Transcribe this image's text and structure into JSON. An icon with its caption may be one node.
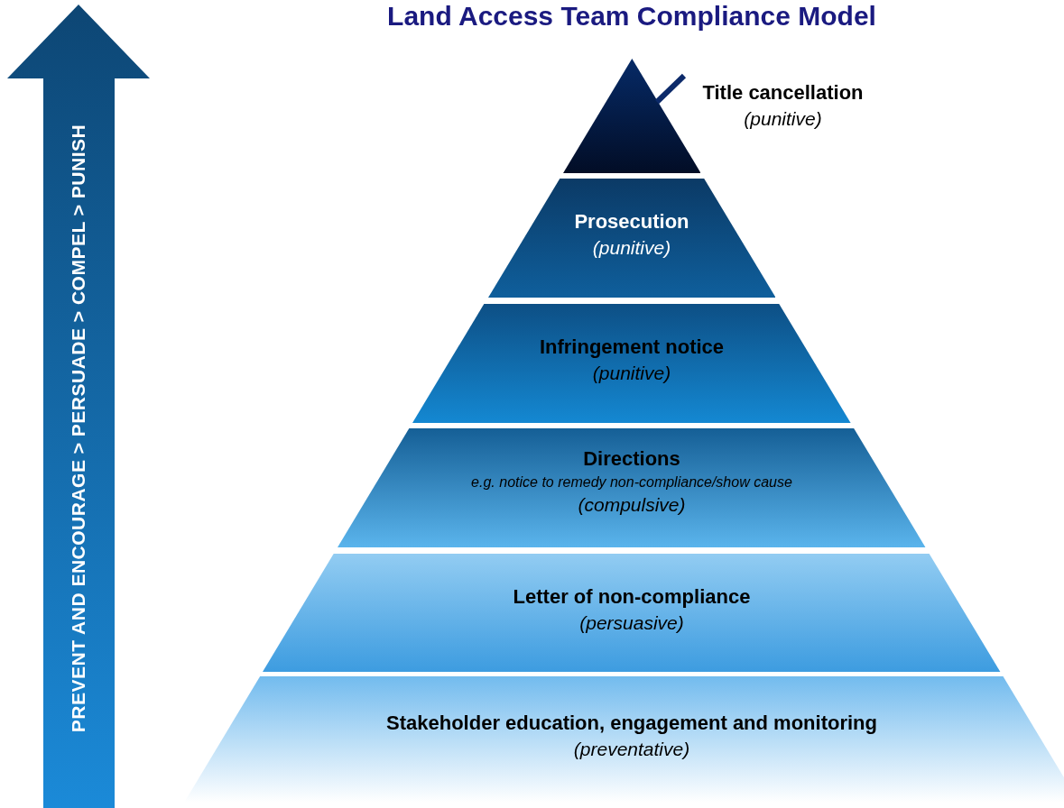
{
  "diagram": {
    "title": "Land Access Team Compliance Model",
    "nodes": [
      {
        "text": [
          "PREVENT AND ENCOURAGE > PERSUADE > COMPEL > PUNISH"
        ]
      },
      {
        "text": [],
        "shape": "triangle"
      },
      {
        "text": [
          "Title cancellation",
          "(punitive)"
        ]
      },
      {
        "text": [
          "Prosecution",
          "(punitive)"
        ]
      },
      {
        "text": [
          "Infringement notice",
          "(punitive)"
        ]
      },
      {
        "text": [
          "Directions",
          "e.g. notice to remedy non-compliance/show cause",
          "(compulsive)"
        ]
      },
      {
        "text": [
          "Letter of non-compliance",
          "(persuasive)"
        ]
      },
      {
        "text": [
          "Stakeholder education, engagement and monitoring",
          "(preventative)"
        ]
      }
    ],
    "edges": [
      {
        "from": 2,
        "to": 1,
        "arrow": "none"
      }
    ]
  }
}
